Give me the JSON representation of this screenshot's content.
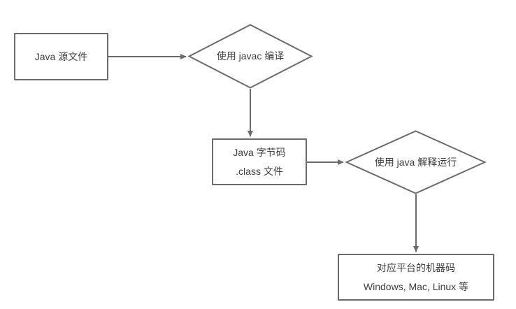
{
  "diagram": {
    "type": "flowchart",
    "colors": {
      "stroke": "#6b6b6b",
      "text": "#3d3d3d",
      "background": "#ffffff"
    },
    "nodes": [
      {
        "id": "java-source",
        "shape": "rect",
        "label": "Java 源文件"
      },
      {
        "id": "javac-compile",
        "shape": "diamond",
        "label": "使用 javac 编译"
      },
      {
        "id": "java-bytecode",
        "shape": "rect",
        "lines": [
          "Java 字节码",
          ".class 文件"
        ]
      },
      {
        "id": "java-interpret",
        "shape": "diamond",
        "label": "使用 java 解释运行"
      },
      {
        "id": "machine-code",
        "shape": "rect",
        "lines": [
          "对应平台的机器码",
          "Windows, Mac, Linux 等"
        ]
      }
    ],
    "edges": [
      {
        "from": "java-source",
        "to": "javac-compile"
      },
      {
        "from": "javac-compile",
        "to": "java-bytecode"
      },
      {
        "from": "java-bytecode",
        "to": "java-interpret"
      },
      {
        "from": "java-interpret",
        "to": "machine-code"
      }
    ]
  }
}
